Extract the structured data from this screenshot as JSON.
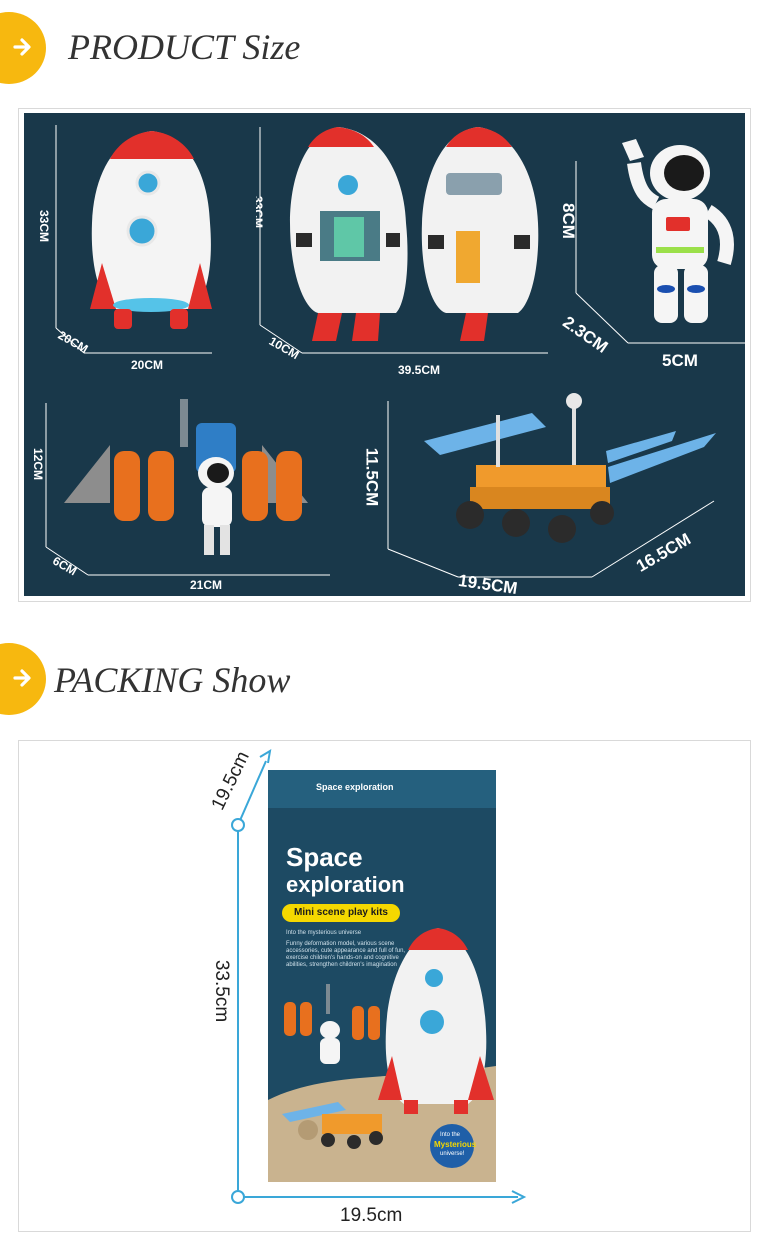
{
  "product_section": {
    "title": "PRODUCT Size",
    "rocket": {
      "height": "33CM",
      "depth": "20CM",
      "width": "20CM"
    },
    "open_rocket": {
      "height": "33CM",
      "depth": "10CM",
      "width": "39.5CM"
    },
    "astronaut": {
      "height": "8CM",
      "depth": "2.3CM",
      "width": "5CM"
    },
    "jetpack": {
      "height": "12CM",
      "depth": "6CM",
      "width": "21CM"
    },
    "rover": {
      "height": "11.5CM",
      "depth": "16.5CM",
      "width": "19.5CM"
    }
  },
  "packing_section": {
    "title": "PACKING Show",
    "depth": "19.5cm",
    "height": "33.5cm",
    "width": "19.5cm",
    "box": {
      "title_line1": "Space",
      "title_line2": "exploration",
      "top_label": "Space exploration",
      "subtitle": "Mini scene play kits",
      "tagline": "Into the mysterious universe",
      "desc_line1": "Funny deformation model, various scene",
      "desc_line2": "accessories, cute appearance and full of fun,",
      "desc_line3": "exercise children's hands-on and cognitive",
      "desc_line4": "abilities, strengthen children's imagination",
      "badge_line1": "Into the",
      "badge_line2": "Mysterious",
      "badge_line3": "universe!"
    }
  },
  "colors": {
    "accent": "#f7b80f",
    "panel": "#19384a",
    "rocket_red": "#e2302b",
    "box_blue": "#1d4a63"
  }
}
